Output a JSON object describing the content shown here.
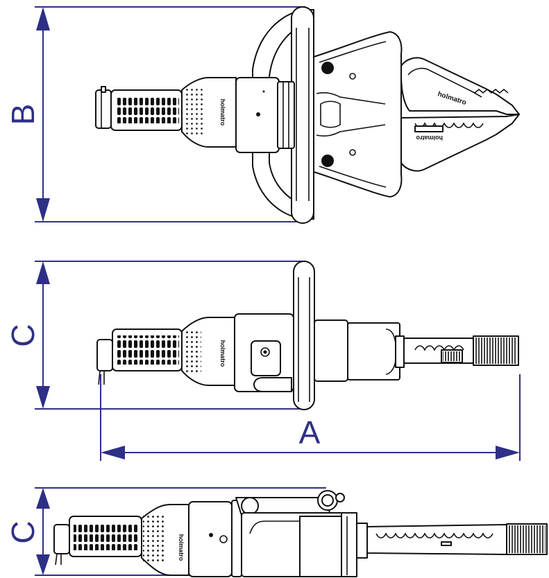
{
  "dimensions": {
    "top_view": {
      "label": "B"
    },
    "side_view": {
      "label_vertical": "C",
      "label_horizontal": "A"
    },
    "bottom_view": {
      "label": "C"
    }
  },
  "tool": {
    "brand_marking": "holmatro"
  },
  "colors": {
    "dimension": "#2e2f86",
    "outline": "#111111",
    "background": "#ffffff"
  }
}
